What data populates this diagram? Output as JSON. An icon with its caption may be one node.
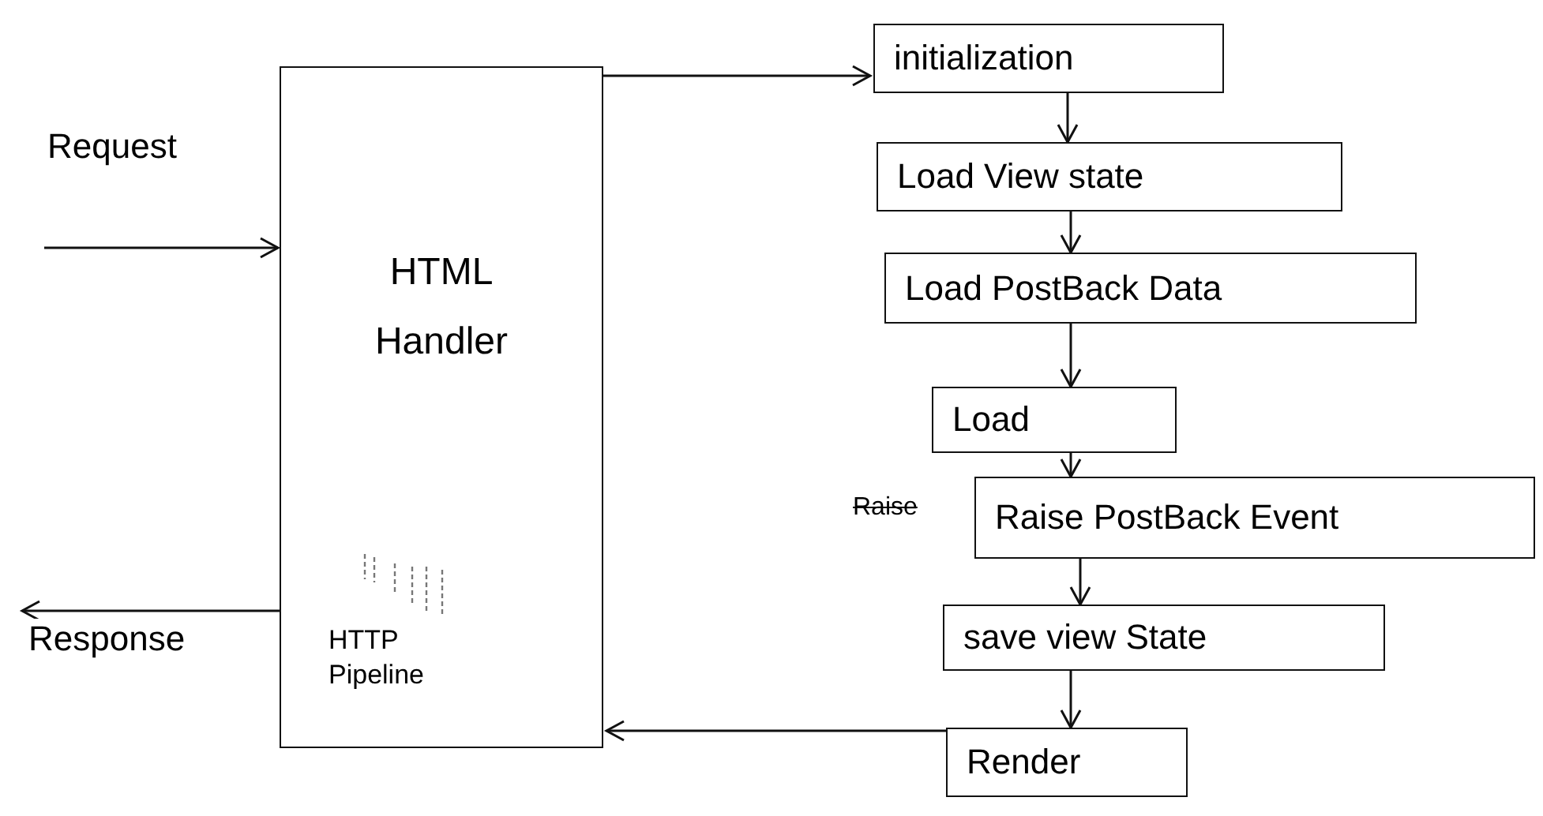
{
  "diagram": {
    "nodes": [
      {
        "text": [
          "HTML Handler",
          "HTTP Pipeline"
        ]
      },
      {
        "text": [
          "initialization"
        ]
      },
      {
        "text": [
          "Load View state"
        ]
      },
      {
        "text": [
          "Load PostBack Data"
        ]
      },
      {
        "text": [
          "Load"
        ]
      },
      {
        "text": [
          "Raise PostBack Event"
        ]
      },
      {
        "text": [
          "save view State"
        ]
      },
      {
        "text": [
          "Render"
        ]
      }
    ],
    "edges": [
      {
        "from": null,
        "to": 0,
        "arrow": "to",
        "label": "Request"
      },
      {
        "from": 0,
        "to": null,
        "arrow": "to",
        "label": "Response"
      },
      {
        "from": 0,
        "to": 1,
        "arrow": "to"
      },
      {
        "from": 1,
        "to": 2,
        "arrow": "to"
      },
      {
        "from": 2,
        "to": 3,
        "arrow": "to"
      },
      {
        "from": 3,
        "to": 4,
        "arrow": "to"
      },
      {
        "from": 4,
        "to": 5,
        "arrow": "to"
      },
      {
        "from": 5,
        "to": 6,
        "arrow": "to"
      },
      {
        "from": 6,
        "to": 7,
        "arrow": "to"
      },
      {
        "from": 7,
        "to": 0,
        "arrow": "to"
      }
    ],
    "labels": [
      "Raise"
    ]
  }
}
